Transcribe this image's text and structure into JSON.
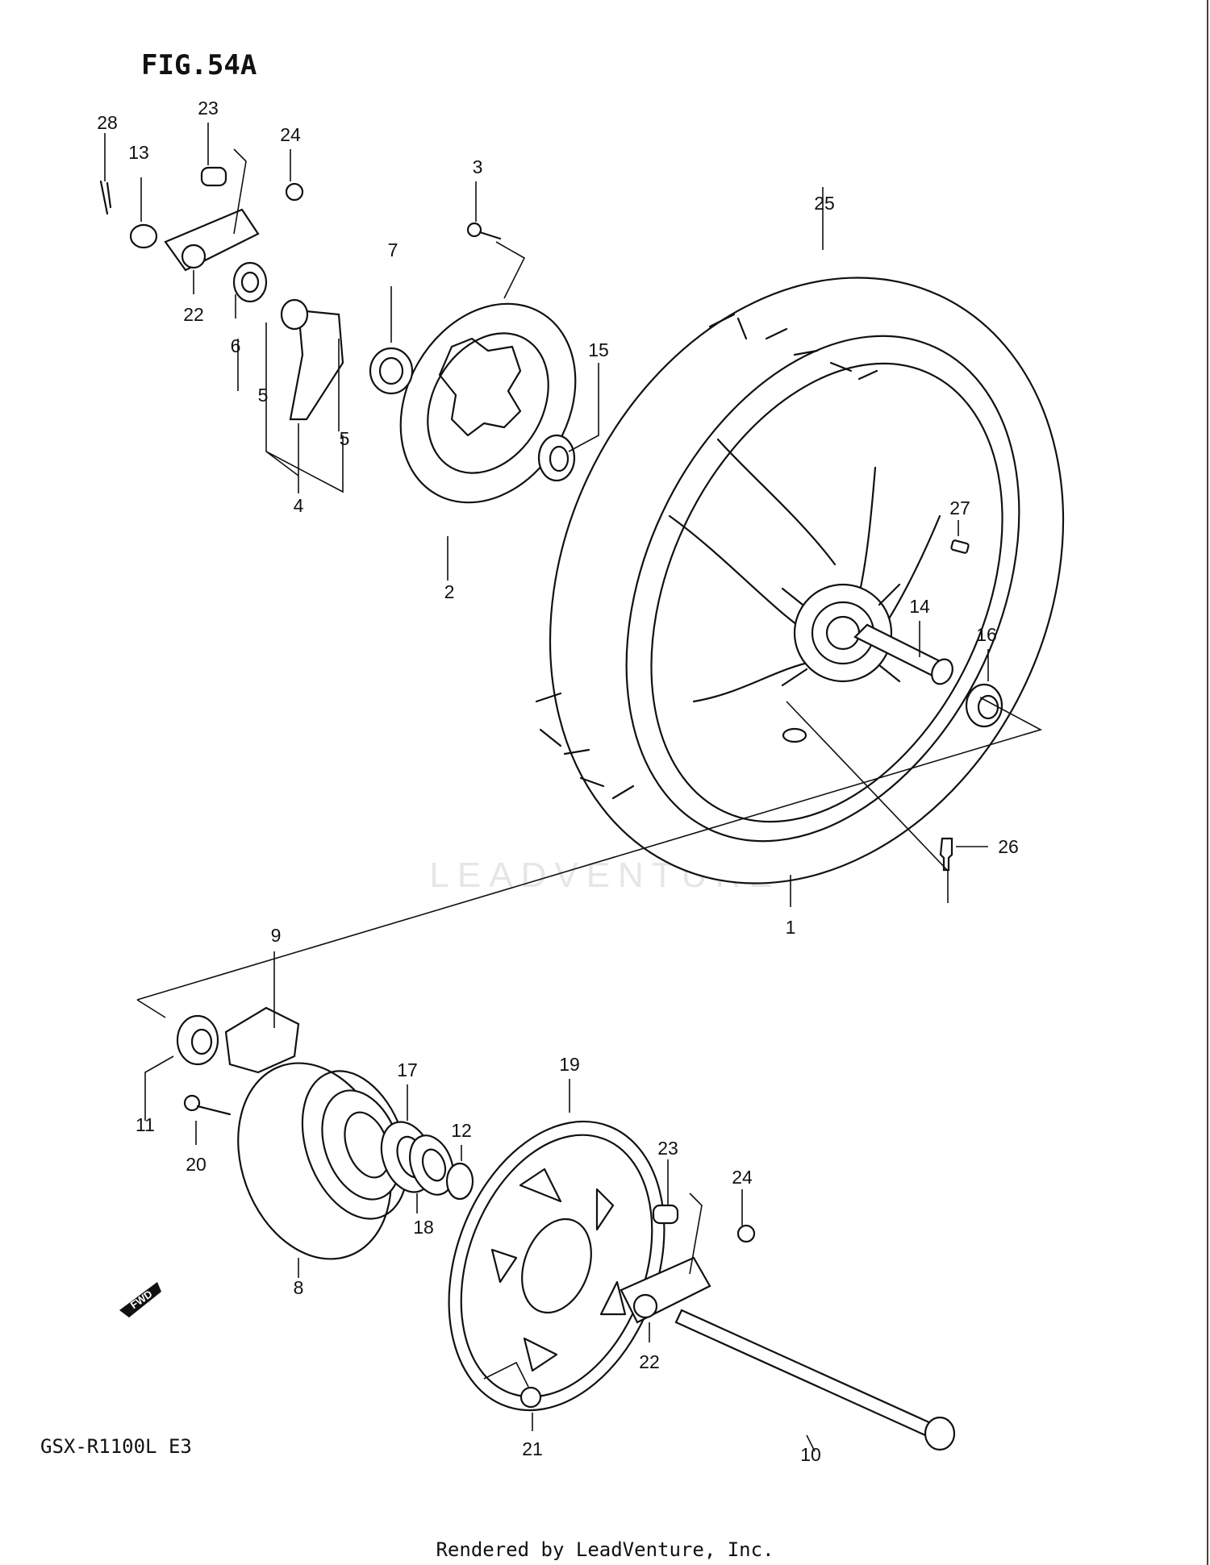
{
  "figure_title": "FIG.54A",
  "model_code": "GSX-R1100L E3",
  "footer": "Rendered by LeadVenture, Inc.",
  "watermark": "LEADVENTURE",
  "fwd_label": "FWD",
  "callouts": [
    "1",
    "2",
    "3",
    "4",
    "5",
    "5",
    "6",
    "7",
    "8",
    "9",
    "10",
    "11",
    "12",
    "13",
    "14",
    "15",
    "16",
    "17",
    "18",
    "19",
    "20",
    "21",
    "22",
    "22",
    "23",
    "23",
    "24",
    "24",
    "25",
    "26",
    "27",
    "28"
  ]
}
